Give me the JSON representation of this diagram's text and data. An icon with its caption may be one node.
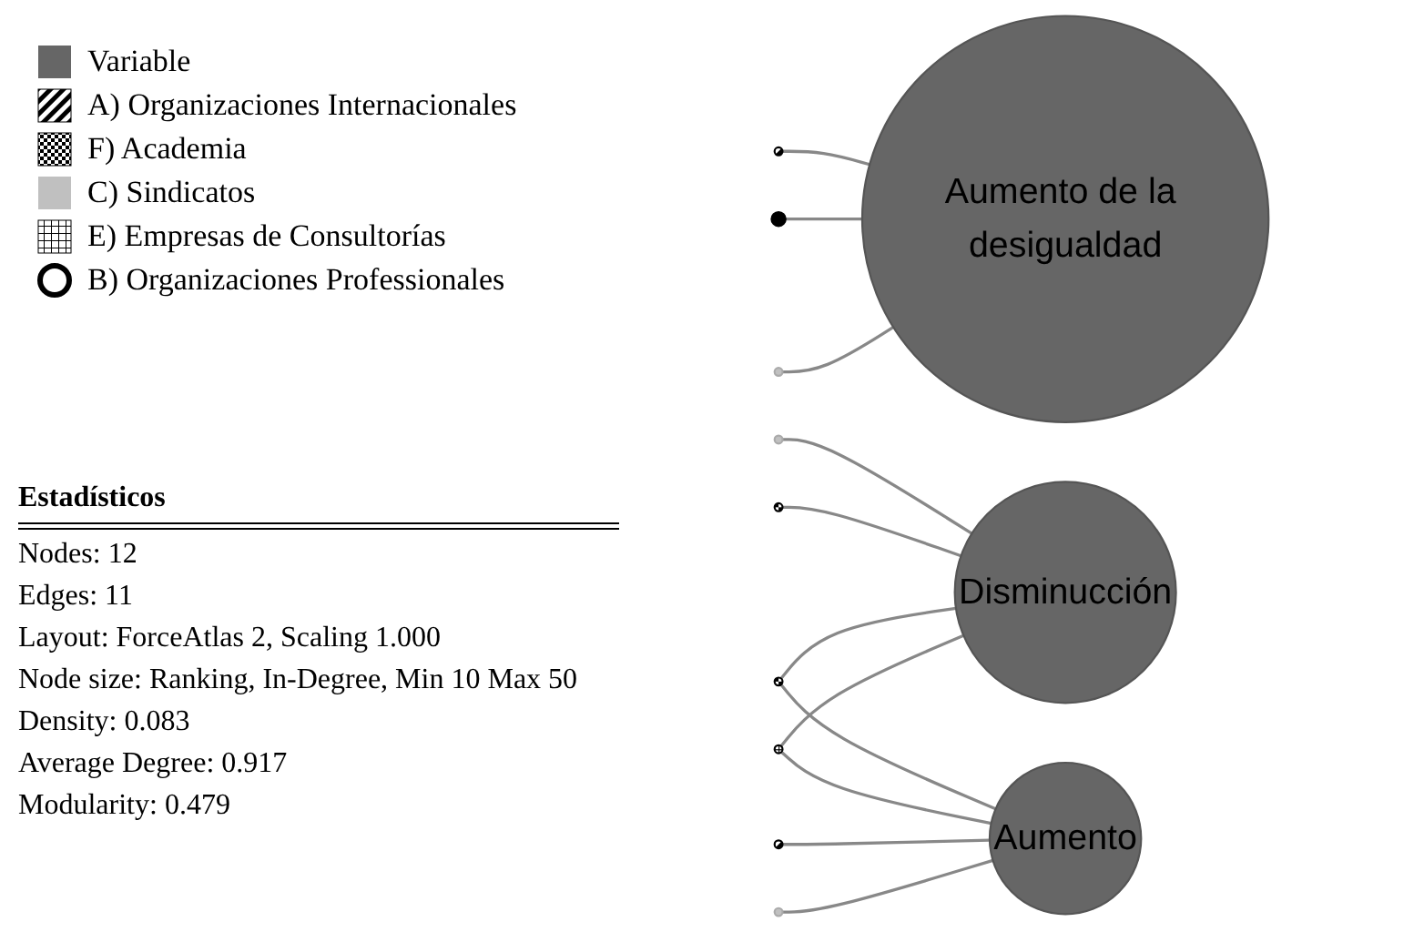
{
  "diagram": {
    "nodes": [
      {
        "text": [],
        "shape": "circle"
      },
      {
        "text": [],
        "shape": "circle"
      },
      {
        "text": [
          "Aumento de la desigualdad"
        ]
      },
      {
        "text": [],
        "shape": "circle"
      },
      {
        "text": [],
        "shape": "circle"
      },
      {
        "text": [
          "Disminucción"
        ]
      },
      {
        "text": [],
        "shape": "circle"
      },
      {
        "text": [],
        "shape": "circle"
      },
      {
        "text": [],
        "shape": "circle"
      },
      {
        "text": [
          "Aumento"
        ]
      },
      {
        "text": [],
        "shape": "circle"
      },
      {
        "text": [],
        "shape": "circle"
      }
    ],
    "edges": [
      {
        "from": 0,
        "to": 2,
        "arrow": "none"
      },
      {
        "from": 1,
        "to": 2,
        "arrow": "none"
      },
      {
        "from": 3,
        "to": 2,
        "arrow": "none"
      },
      {
        "from": 4,
        "to": 5,
        "arrow": "none"
      },
      {
        "from": 6,
        "to": 5,
        "arrow": "none"
      },
      {
        "from": 7,
        "to": 5,
        "arrow": "none"
      },
      {
        "from": 7,
        "to": 9,
        "arrow": "none"
      },
      {
        "from": 8,
        "to": 5,
        "arrow": "none"
      },
      {
        "from": 8,
        "to": 9,
        "arrow": "none"
      },
      {
        "from": 10,
        "to": 9,
        "arrow": "none"
      },
      {
        "from": 11,
        "to": 9,
        "arrow": "none"
      }
    ],
    "labels": [
      "Estadísticos",
      "Nodes: 12",
      "Edges: 11",
      "Layout: ForceAtlas 2, Scaling 1.000",
      "Node size: Ranking, In-Degree, Min 10 Max 50",
      "Density: 0.083",
      "Average Degree: 0.917",
      "Modularity: 0.479"
    ],
    "legend": [
      {
        "text": "Variable",
        "color": "#666666"
      },
      {
        "text": "A) Organizaciones Internacionales"
      },
      {
        "text": "F) Academia"
      },
      {
        "text": "C) Sindicatos",
        "color": "#c0c0c0"
      },
      {
        "text": "E) Empresas de Consultorías"
      },
      {
        "text": "B) Organizaciones Professionales"
      }
    ]
  }
}
